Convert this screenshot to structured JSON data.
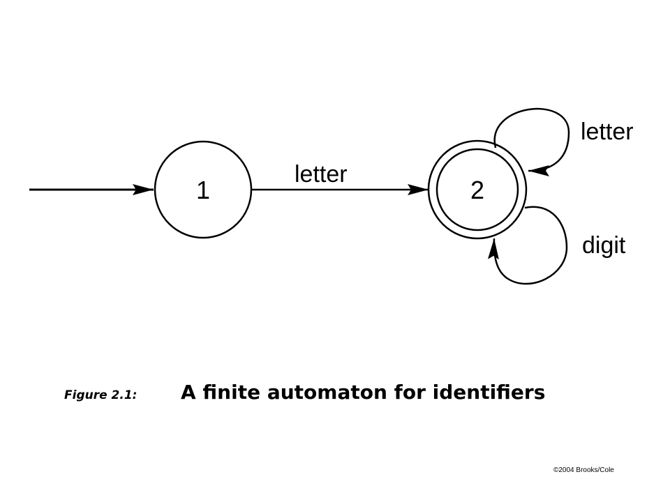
{
  "states": [
    {
      "id": "1",
      "label": "1",
      "start": true,
      "accepting": false
    },
    {
      "id": "2",
      "label": "2",
      "start": false,
      "accepting": true
    }
  ],
  "transitions": [
    {
      "from": "1",
      "to": "2",
      "label": "letter"
    },
    {
      "from": "2",
      "to": "2",
      "label": "letter"
    },
    {
      "from": "2",
      "to": "2",
      "label": "digit"
    }
  ],
  "caption": {
    "label": "Figure 2.1:",
    "title": "A finite automaton for identifiers"
  },
  "copyright": "©2004 Brooks/Cole",
  "colors": {
    "stroke": "#000000",
    "background": "#ffffff"
  }
}
